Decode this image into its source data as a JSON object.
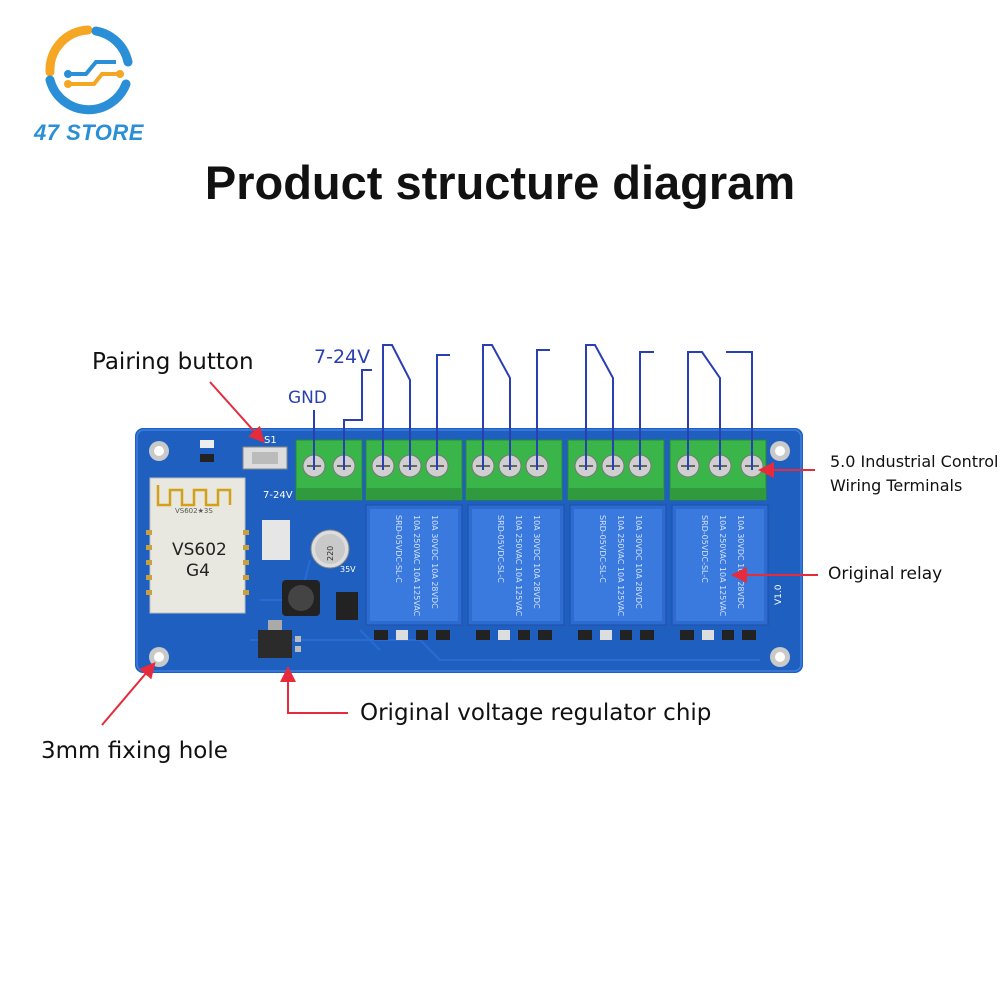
{
  "brand": {
    "name": "47 STORE",
    "logo_icon": "circuit-ring-logo",
    "primary_color": "#2a8fd6",
    "accent_color": "#f5a623"
  },
  "title": "Product structure diagram",
  "terminal_labels": {
    "voltage": "7-24V",
    "ground": "GND"
  },
  "callouts": {
    "pairing_button": "Pairing button",
    "wiring_terminals": "5.0 Industrial Control Wiring Terminals",
    "relay": "Original relay",
    "regulator": "Original voltage regulator chip",
    "fixing_hole": "3mm fixing hole"
  },
  "board": {
    "module_model": "VS602",
    "module_version": "G4",
    "button_ref": "S1",
    "input_silk": "7-24V",
    "capacitor_value": "220",
    "capacitor_voltage": "35V",
    "version_silk": "V1.0",
    "relay_text": [
      "SRD-05VDC-SL-C",
      "10A 250VAC 10A 125VAC",
      "10A 30VDC 10A 28VDC"
    ],
    "relay_count": 4
  },
  "colors": {
    "pcb": "#1f5fc0",
    "terminal": "#3ab54a",
    "relay": "#2e6bd1",
    "arrow": "#e52b3c",
    "wire": "#2a3fb0"
  }
}
